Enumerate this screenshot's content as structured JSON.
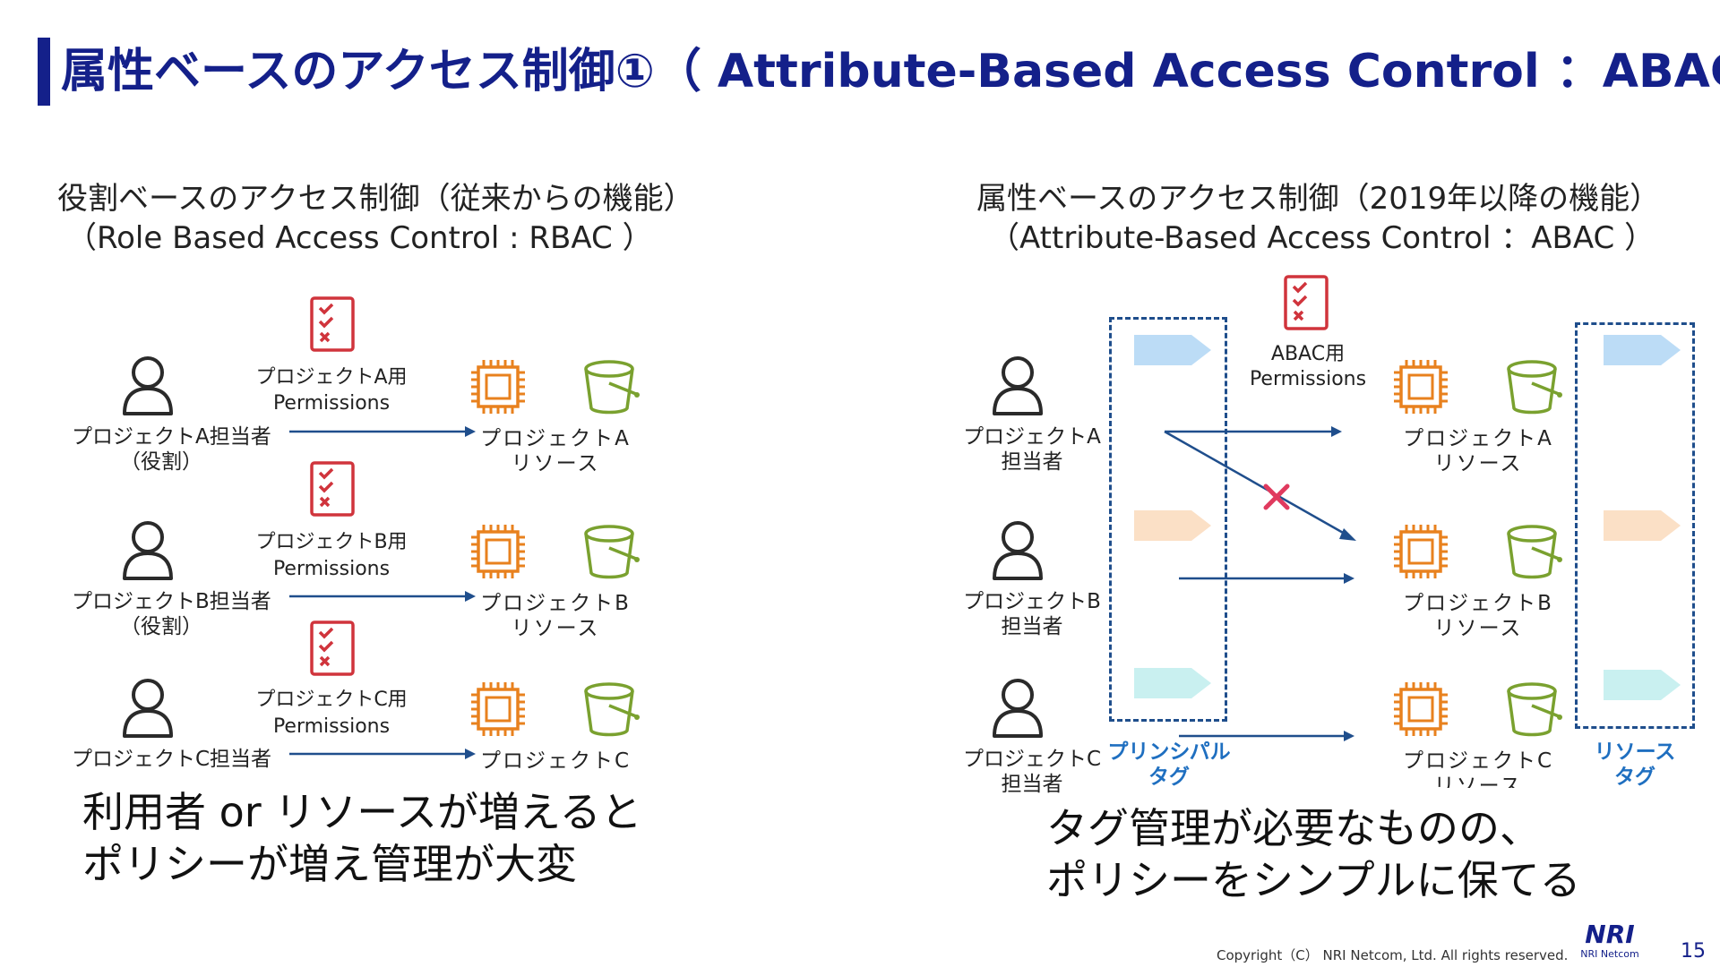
{
  "title": "属性ベースのアクセス制御①（ Attribute-Based Access Control ：ABAC）",
  "left": {
    "heading_line1": "役割ベースのアクセス制御（従来からの機能）",
    "heading_line2": "（Role Based Access Control : RBAC ）",
    "rows": [
      {
        "user_line1": "プロジェクトA担当者",
        "user_line2": "（役割）",
        "perm_line1": "プロジェクトA用",
        "perm_line2": "Permissions",
        "res_line1": "プロジェクトA",
        "res_line2": "リソース"
      },
      {
        "user_line1": "プロジェクトB担当者",
        "user_line2": "（役割）",
        "perm_line1": "プロジェクトB用",
        "perm_line2": "Permissions",
        "res_line1": "プロジェクトB",
        "res_line2": "リソース"
      },
      {
        "user_line1": "プロジェクトC担当者",
        "user_line2": "",
        "perm_line1": "プロジェクトC用",
        "perm_line2": "Permissions",
        "res_line1": "プロジェクトC",
        "res_line2": ""
      }
    ],
    "summary_line1": "利用者 or リソースが増えると",
    "summary_line2": "ポリシーが増え管理が大変"
  },
  "right": {
    "heading_line1": "属性ベースのアクセス制御（2019年以降の機能）",
    "heading_line2": "（Attribute-Based Access Control ：ABAC ）",
    "perm_line1": "ABAC用",
    "perm_line2": "Permissions",
    "users": [
      {
        "line1": "プロジェクトA",
        "line2": "担当者"
      },
      {
        "line1": "プロジェクトB",
        "line2": "担当者"
      },
      {
        "line1": "プロジェクトC",
        "line2": "担当者"
      }
    ],
    "resources": [
      {
        "line1": "プロジェクトA",
        "line2": "リソース"
      },
      {
        "line1": "プロジェクトB",
        "line2": "リソース"
      },
      {
        "line1": "プロジェクトC",
        "line2": "リソース"
      }
    ],
    "principal_tag_line1": "プリンシパル",
    "principal_tag_line2": "タグ",
    "resource_tag_line1": "リソース",
    "resource_tag_line2": "タグ",
    "summary_line1": "タグ管理が必要なものの、",
    "summary_line2": "ポリシーをシンプルに保てる"
  },
  "footer": {
    "copyright": "Copyright（C） NRI Netcom, Ltd. All rights reserved.",
    "logo": "NRI",
    "logo_sub": "NRI Netcom",
    "page": "15"
  },
  "colors": {
    "title": "#14208a",
    "arrow": "#1f4e8c",
    "chip": "#e8811e",
    "bucket": "#7aa12f",
    "checklist": "#d0343c",
    "tag_blue": "#bcdcf6",
    "tag_orange": "#fbe0c6",
    "tag_teal": "#c9f0f0",
    "dashed_box": "#1f4e8c",
    "cross": "#e03a5e"
  },
  "icons": {
    "user": "user-outline-icon",
    "checklist": "checklist-icon",
    "chip": "processor-chip-icon",
    "bucket": "bucket-icon",
    "tag": "tag-arrow-icon",
    "cross": "cross-mark-icon"
  }
}
